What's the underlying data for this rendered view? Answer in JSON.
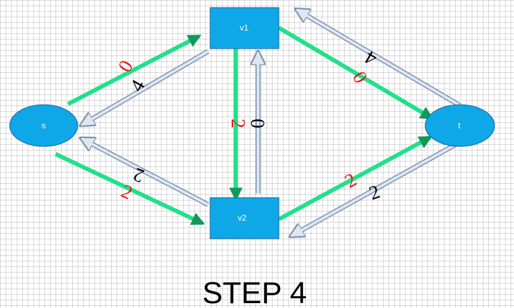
{
  "colors": {
    "node_fill": "#0ea8e8",
    "node_stroke": "#1a5fa0",
    "flow_arrow": "#22e08a",
    "residual_arrow_fill": "#dde7f3",
    "residual_arrow_stroke": "#7f92ab",
    "flow_label": "#e51c1c",
    "residual_label": "#000000"
  },
  "nodes": {
    "s": "s",
    "v1": "v1",
    "v2": "v2",
    "t": "t"
  },
  "edge_labels": {
    "s_v1_flow": "0",
    "v1_s_residual": "4",
    "s_v2_flow": "2",
    "v2_s_residual": "2",
    "v1_v2_flow": "2",
    "v2_v1_residual": "0",
    "v1_t_flow": "0",
    "t_v1_residual": "4",
    "v2_t_flow": "2",
    "t_v2_residual": "2"
  },
  "caption": "STEP 4"
}
